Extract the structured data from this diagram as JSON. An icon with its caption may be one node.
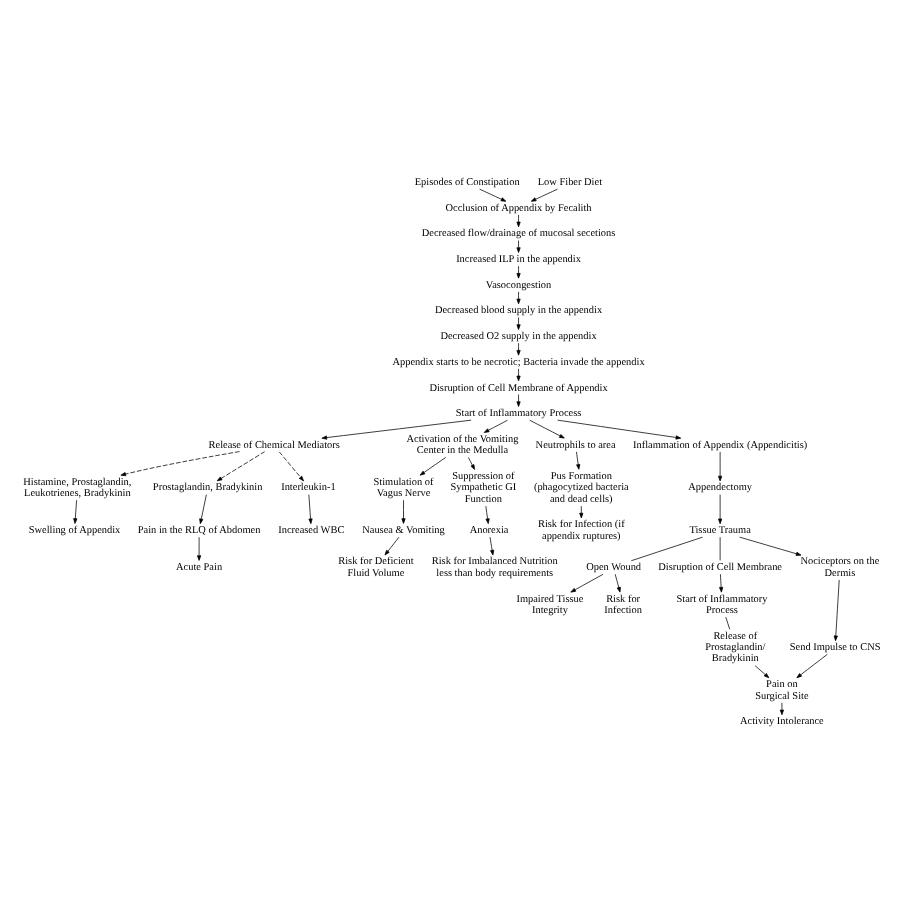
{
  "diagram": {
    "nodes": [
      {
        "text": [
          "Episodes of Constipation"
        ]
      },
      {
        "text": [
          "Low Fiber Diet"
        ]
      },
      {
        "text": [
          "Occlusion of Appendix by Fecalith"
        ]
      },
      {
        "text": [
          "Decreased flow/drainage of mucosal secetions"
        ]
      },
      {
        "text": [
          "Increased ILP in the appendix"
        ]
      },
      {
        "text": [
          "Vasocongestion"
        ]
      },
      {
        "text": [
          "Decreased blood supply in the appendix"
        ]
      },
      {
        "text": [
          "Decreased O2 supply in the appendix"
        ]
      },
      {
        "text": [
          "Appendix starts to be necrotic; Bacteria invade the appendix"
        ]
      },
      {
        "text": [
          "Disruption of Cell Membrane of Appendix"
        ]
      },
      {
        "text": [
          "Start of Inflammatory Process"
        ]
      },
      {
        "text": [
          "Release of Chemical Mediators"
        ]
      },
      {
        "text": [
          "Activation of the Vomiting Center in the Medulla"
        ]
      },
      {
        "text": [
          "Neutrophils to area"
        ]
      },
      {
        "text": [
          "Histamine, Prostaglandin, Leukotrienes, Bradykinin"
        ]
      },
      {
        "text": [
          "Stimulation of Vagus Nerve"
        ]
      },
      {
        "text": [
          "Suppression of Sympathetic GI Function"
        ]
      },
      {
        "text": [
          "Pus Formation (phagocytized bacteria and dead cells)"
        ]
      },
      {
        "text": [
          "Swelling of Appendix"
        ]
      },
      {
        "text": [
          "Risk for Infection (if appendix ruptures)"
        ]
      },
      {
        "text": [
          "Prostaglandin, Bradykinin"
        ]
      },
      {
        "text": [
          "Nausea & Vomiting"
        ]
      },
      {
        "text": [
          "Anorexia"
        ]
      },
      {
        "text": [
          "Pain in the RLQ of Abdomen"
        ]
      },
      {
        "text": [
          "Risk for Deficient Fluid Volume"
        ]
      },
      {
        "text": [
          "Risk for Imbalanced Nutrition less than body requirements"
        ]
      },
      {
        "text": [
          "Acute Pain"
        ]
      },
      {
        "text": [
          "Interleukin-1"
        ]
      },
      {
        "text": [
          "Increased WBC"
        ]
      },
      {
        "text": [
          "Inflammation of Appendix (Appendicitis)"
        ]
      },
      {
        "text": [
          "Appendectomy"
        ]
      },
      {
        "text": [
          "Tissue Trauma"
        ]
      },
      {
        "text": [
          "Open Wound"
        ]
      },
      {
        "text": [
          "Disruption of Cell Membrane"
        ]
      },
      {
        "text": [
          "Nociceptors on the Dermis"
        ]
      },
      {
        "text": [
          "Impaired Tissue Integrity"
        ]
      },
      {
        "text": [
          "Risk for Infection"
        ]
      },
      {
        "text": [
          "Start of Inflammatory Process"
        ]
      },
      {
        "text": [
          "Send Impulse to CNS"
        ]
      },
      {
        "text": [
          "Release of Prostaglandin/ Bradykinin"
        ]
      },
      {
        "text": [
          "Pain on Surgical Site"
        ]
      },
      {
        "text": [
          "Activity Intolerance"
        ]
      }
    ],
    "edges": [
      {
        "from": 0,
        "to": 2,
        "arrow": "to"
      },
      {
        "from": 1,
        "to": 2,
        "arrow": "to"
      },
      {
        "from": 2,
        "to": 3,
        "arrow": "to"
      },
      {
        "from": 3,
        "to": 4,
        "arrow": "to"
      },
      {
        "from": 4,
        "to": 5,
        "arrow": "to"
      },
      {
        "from": 5,
        "to": 6,
        "arrow": "to"
      },
      {
        "from": 6,
        "to": 7,
        "arrow": "to"
      },
      {
        "from": 7,
        "to": 8,
        "arrow": "to"
      },
      {
        "from": 8,
        "to": 9,
        "arrow": "to"
      },
      {
        "from": 9,
        "to": 10,
        "arrow": "to"
      },
      {
        "from": 10,
        "to": 11,
        "arrow": "to"
      },
      {
        "from": 10,
        "to": 12,
        "arrow": "to"
      },
      {
        "from": 10,
        "to": 13,
        "arrow": "to"
      },
      {
        "from": 10,
        "to": 29,
        "arrow": "to"
      },
      {
        "from": 11,
        "to": 14,
        "arrow": "to",
        "style": "dashed"
      },
      {
        "from": 11,
        "to": 20,
        "arrow": "to",
        "style": "dashed"
      },
      {
        "from": 11,
        "to": 27,
        "arrow": "to",
        "style": "dashed"
      },
      {
        "from": 14,
        "to": 18,
        "arrow": "to"
      },
      {
        "from": 20,
        "to": 23,
        "arrow": "to"
      },
      {
        "from": 23,
        "to": 26,
        "arrow": "to"
      },
      {
        "from": 27,
        "to": 28,
        "arrow": "to"
      },
      {
        "from": 12,
        "to": 15,
        "arrow": "to"
      },
      {
        "from": 12,
        "to": 16,
        "arrow": "to"
      },
      {
        "from": 15,
        "to": 21,
        "arrow": "to"
      },
      {
        "from": 16,
        "to": 22,
        "arrow": "to"
      },
      {
        "from": 21,
        "to": 24,
        "arrow": "to"
      },
      {
        "from": 22,
        "to": 25,
        "arrow": "to"
      },
      {
        "from": 13,
        "to": 17,
        "arrow": "to"
      },
      {
        "from": 17,
        "to": 19,
        "arrow": "to"
      },
      {
        "from": 29,
        "to": 30,
        "arrow": "to"
      },
      {
        "from": 30,
        "to": 31,
        "arrow": "to"
      },
      {
        "from": 31,
        "to": 32,
        "arrow": "none"
      },
      {
        "from": 31,
        "to": 33,
        "arrow": "none"
      },
      {
        "from": 31,
        "to": 34,
        "arrow": "to"
      },
      {
        "from": 32,
        "to": 35,
        "arrow": "to"
      },
      {
        "from": 32,
        "to": 36,
        "arrow": "to"
      },
      {
        "from": 33,
        "to": 37,
        "arrow": "to"
      },
      {
        "from": 37,
        "to": 39,
        "arrow": "none"
      },
      {
        "from": 34,
        "to": 38,
        "arrow": "to"
      },
      {
        "from": 38,
        "to": 40,
        "arrow": "to"
      },
      {
        "from": 39,
        "to": 40,
        "arrow": "to"
      },
      {
        "from": 40,
        "to": 41,
        "arrow": "to"
      }
    ]
  }
}
